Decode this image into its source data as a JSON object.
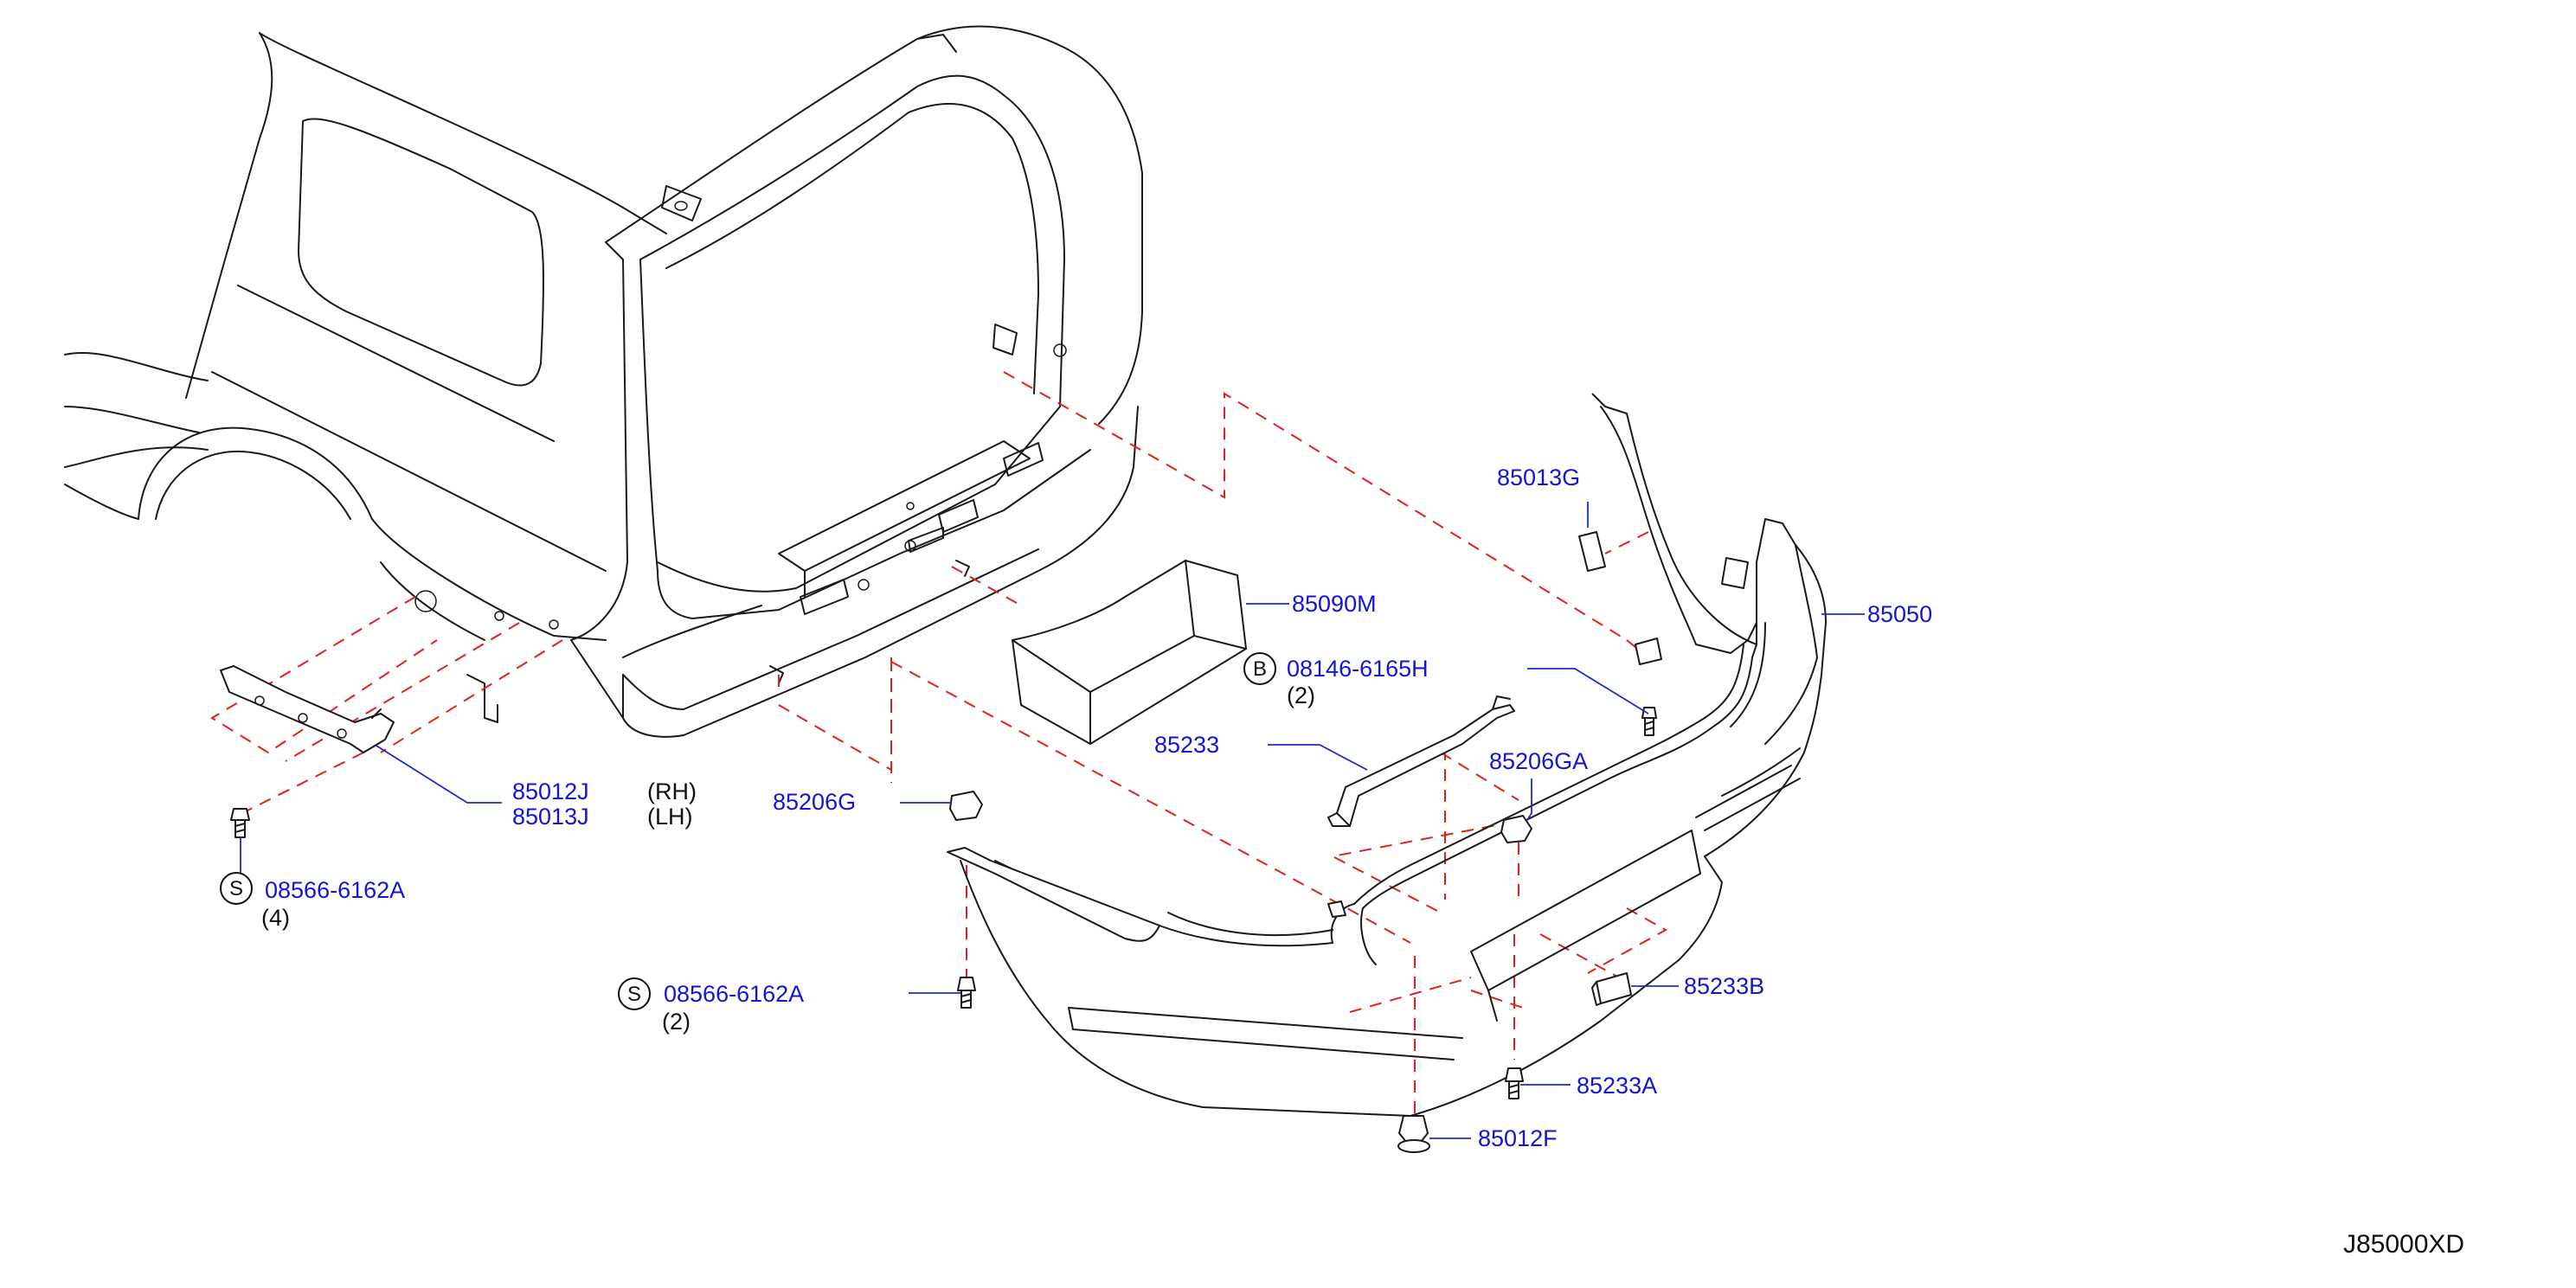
{
  "diagram_code": "J85000XD",
  "parts": {
    "p85013G": "85013G",
    "p85090M": "85090M",
    "p85050": "85050",
    "bolt_b": {
      "prefix": "B",
      "number": "08146-6165H",
      "qty": "(2)"
    },
    "p85233": "85233",
    "p85206GA": "85206GA",
    "p85012J": "85012J",
    "p85013J": "85013J",
    "rh": "(RH)",
    "lh": "(LH)",
    "screw_s1": {
      "prefix": "S",
      "number": "08566-6162A",
      "qty": "(4)"
    },
    "p85206G": "85206G",
    "screw_s2": {
      "prefix": "S",
      "number": "08566-6162A",
      "qty": "(2)"
    },
    "p85233B": "85233B",
    "p85233A": "85233A",
    "p85012F": "85012F"
  },
  "colors": {
    "label_text": "#1414d8",
    "leader_line": "#1e2ad0",
    "guide_line": "#e41e1e",
    "outline": "#1a1a1a",
    "background": "#ffffff"
  }
}
